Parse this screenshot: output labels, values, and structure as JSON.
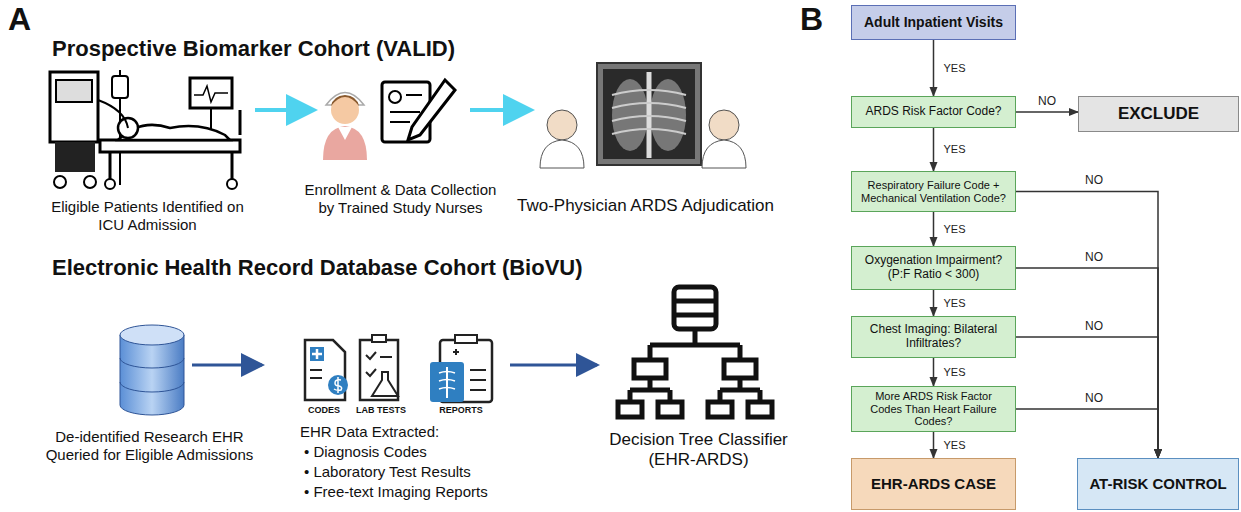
{
  "diagram": {
    "nodes": [
      {
        "text": [
          "Adult Inpatient Visits"
        ]
      },
      {
        "text": [
          "ARDS Risk Factor Code?"
        ]
      },
      {
        "text": [
          "EXCLUDE"
        ]
      },
      {
        "text": [
          "Respiratory Failure Code + Mechanical Ventilation Code?"
        ]
      },
      {
        "text": [
          "Oxygenation Impairment? (P:F Ratio < 300)"
        ]
      },
      {
        "text": [
          "Chest Imaging: Bilateral Infiltrates?"
        ]
      },
      {
        "text": [
          "More ARDS Risk Factor Codes Than Heart Failure Codes?"
        ]
      },
      {
        "text": [
          "EHR-ARDS CASE"
        ]
      },
      {
        "text": [
          "AT-RISK CONTROL"
        ]
      }
    ],
    "edges": [
      {
        "from": 0,
        "to": 1,
        "arrow": "to",
        "label": "YES"
      },
      {
        "from": 1,
        "to": 2,
        "arrow": "to",
        "label": "NO"
      },
      {
        "from": 1,
        "to": 3,
        "arrow": "to",
        "label": "YES"
      },
      {
        "from": 3,
        "to": 8,
        "arrow": "to",
        "label": "NO"
      },
      {
        "from": 3,
        "to": 4,
        "arrow": "to",
        "label": "YES"
      },
      {
        "from": 4,
        "to": 8,
        "arrow": "to",
        "label": "NO"
      },
      {
        "from": 4,
        "to": 5,
        "arrow": "to",
        "label": "YES"
      },
      {
        "from": 5,
        "to": 8,
        "arrow": "to",
        "label": "NO"
      },
      {
        "from": 5,
        "to": 6,
        "arrow": "to",
        "label": "YES"
      },
      {
        "from": 6,
        "to": 8,
        "arrow": "to",
        "label": "NO"
      },
      {
        "from": 6,
        "to": 7,
        "arrow": "to",
        "label": "YES"
      }
    ],
    "labels": [
      "A",
      "Prospective Biomarker Cohort (VALID)",
      "Eligible Patients Identified on ICU Admission",
      "Enrollment & Data Collection by Trained Study Nurses",
      "Two-Physician ARDS Adjudication",
      "Electronic Health Record Database Cohort (BioVU)",
      "De-identified Research EHR Queried for Eligible Admissions",
      "CODES",
      "LAB TESTS",
      "REPORTS",
      "EHR Data Extracted:",
      "• Diagnosis Codes",
      "• Laboratory Test Results",
      "• Free-text Imaging Reports",
      "Decision Tree Classifier (EHR-ARDS)",
      "B"
    ]
  }
}
